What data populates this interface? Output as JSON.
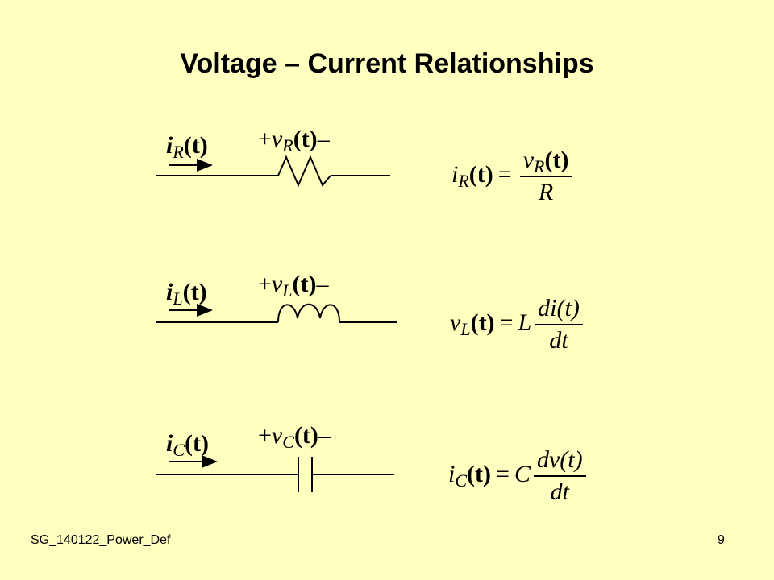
{
  "title": "Voltage – Current Relationships",
  "footer": {
    "left": "SG_140122_Power_Def",
    "page": "9"
  },
  "resistor": {
    "current_label": {
      "sym": "i",
      "sub": "R",
      "arg": "(t)"
    },
    "voltage_label": {
      "plus": "+",
      "sym": "v",
      "sub": "R",
      "arg": "(t)",
      "minus": "–"
    },
    "equation": {
      "lhs_sym": "i",
      "lhs_sub": "R",
      "lhs_arg": "(t)",
      "eq": "=",
      "num_sym": "v",
      "num_sub": "R",
      "num_arg": "(t)",
      "den": "R"
    }
  },
  "inductor": {
    "current_label": {
      "sym": "i",
      "sub": "L",
      "arg": "(t)"
    },
    "voltage_label": {
      "plus": "+",
      "sym": "v",
      "sub": "L",
      "arg": "(t)",
      "minus": "–"
    },
    "equation": {
      "lhs_sym": "v",
      "lhs_sub": "L",
      "lhs_arg": "(t)",
      "eq": "=",
      "coef": "L",
      "num": "di(t)",
      "den": "dt"
    }
  },
  "capacitor": {
    "current_label": {
      "sym": "i",
      "sub": "C",
      "arg": "(t)"
    },
    "voltage_label": {
      "plus": "+",
      "sym": "v",
      "sub": "C",
      "arg": "(t)",
      "minus": "–"
    },
    "equation": {
      "lhs_sym": "i",
      "lhs_sub": "C",
      "lhs_arg": "(t)",
      "eq": "=",
      "coef": "C",
      "num": "dv(t)",
      "den": "dt"
    }
  }
}
